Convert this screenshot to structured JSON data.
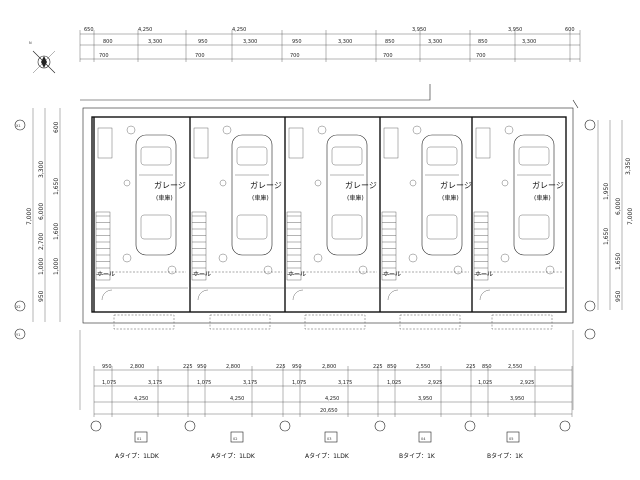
{
  "top_dims": {
    "row1": [
      "650",
      "4,250",
      "4,250",
      "3,950",
      "3,950",
      "600"
    ],
    "row2": [
      "800",
      "3,300",
      "950",
      "3,300",
      "950",
      "3,300",
      "850",
      "3,300",
      "850",
      "3,300"
    ],
    "row3": [
      "700",
      "700",
      "700",
      "700",
      "700"
    ]
  },
  "left_dims": [
    "600",
    "3,300",
    "1,650",
    "7,000",
    "6,000",
    "2,700",
    "1,600",
    "1,000",
    "950",
    "1,000"
  ],
  "right_dims": [
    "3,350",
    "6,000",
    "7,000",
    "1,950",
    "1,650",
    "1,650",
    "950"
  ],
  "bottom_dims": {
    "row1": [
      "950",
      "2,800",
      "225",
      "950",
      "2,800",
      "225",
      "950",
      "2,800",
      "225",
      "850",
      "2,550",
      "225",
      "850",
      "2,550"
    ],
    "row2": [
      "1,075",
      "3,175",
      "1,075",
      "3,175",
      "1,075",
      "3,175",
      "1,025",
      "2,925",
      "1,025",
      "2,925"
    ],
    "row3": [
      "4,250",
      "4,250",
      "4,250",
      "3,950",
      "3,950"
    ],
    "total": "20,650"
  },
  "grid_markers": [
    "X1",
    "X2",
    "Y1"
  ],
  "units": [
    {
      "no": "01",
      "type": "Aタイプ：1LDK",
      "garage": "ガレージ",
      "sub": "(車庫)",
      "hall": "ホール"
    },
    {
      "no": "02",
      "type": "Aタイプ：1LDK",
      "garage": "ガレージ",
      "sub": "(車庫)",
      "hall": "ホール"
    },
    {
      "no": "03",
      "type": "Aタイプ：1LDK",
      "garage": "ガレージ",
      "sub": "(車庫)",
      "hall": "ホール"
    },
    {
      "no": "04",
      "type": "Bタイプ：1K",
      "garage": "ガレージ",
      "sub": "(車庫)",
      "hall": "ホール"
    },
    {
      "no": "05",
      "type": "Bタイプ：1K",
      "garage": "ガレージ",
      "sub": "(車庫)",
      "hall": "ホール"
    }
  ]
}
